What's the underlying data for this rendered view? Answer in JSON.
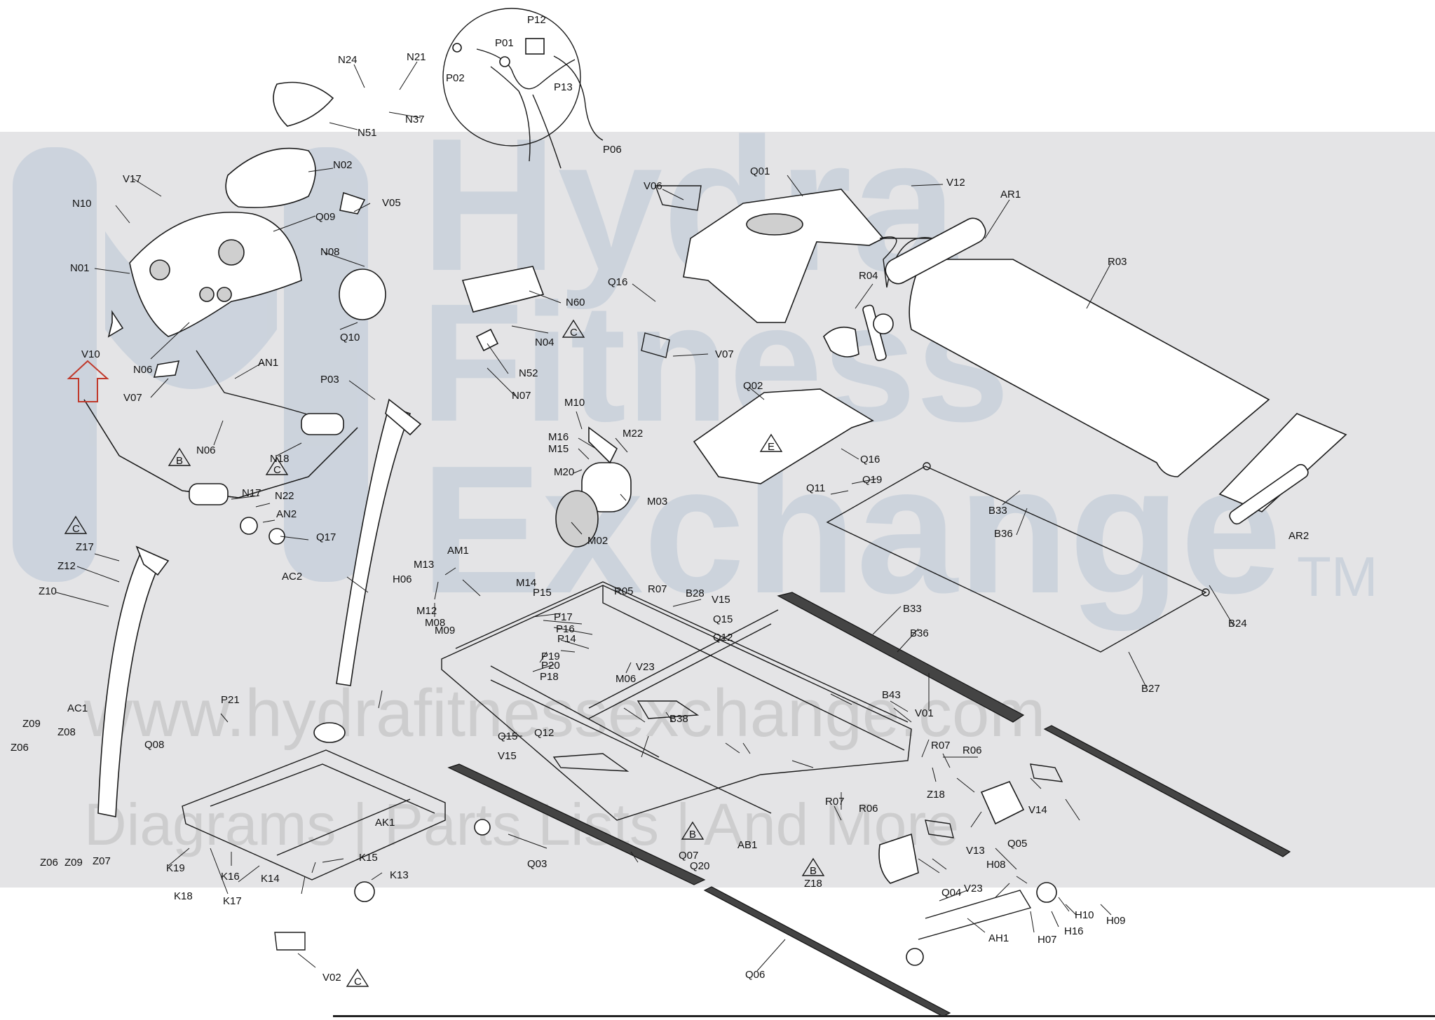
{
  "watermark": {
    "line1": "Hydra",
    "line2": "Fitness",
    "line3": "Exchange",
    "tm": "TM",
    "url": "www.hydrafitnessexchange.com",
    "tagline": "Diagrams | Parts Lists | And More"
  },
  "marker_symbols": {
    "triangle_c": "C",
    "triangle_b": "B",
    "triangle_e": "E"
  },
  "labels": [
    {
      "id": "N24",
      "text": "N24"
    },
    {
      "id": "N21",
      "text": "N21"
    },
    {
      "id": "N37",
      "text": "N37"
    },
    {
      "id": "N51",
      "text": "N51"
    },
    {
      "id": "P12",
      "text": "P12"
    },
    {
      "id": "P01",
      "text": "P01"
    },
    {
      "id": "P02",
      "text": "P02"
    },
    {
      "id": "P13",
      "text": "P13"
    },
    {
      "id": "P06",
      "text": "P06"
    },
    {
      "id": "N02",
      "text": "N02"
    },
    {
      "id": "V17",
      "text": "V17"
    },
    {
      "id": "N10",
      "text": "N10"
    },
    {
      "id": "Q09",
      "text": "Q09"
    },
    {
      "id": "V05",
      "text": "V05"
    },
    {
      "id": "N08",
      "text": "N08"
    },
    {
      "id": "N01",
      "text": "N01"
    },
    {
      "id": "Q10",
      "text": "Q10"
    },
    {
      "id": "V10",
      "text": "V10"
    },
    {
      "id": "N06a",
      "text": "N06"
    },
    {
      "id": "V07a",
      "text": "V07"
    },
    {
      "id": "AN1",
      "text": "AN1"
    },
    {
      "id": "N06b",
      "text": "N06"
    },
    {
      "id": "N18",
      "text": "N18"
    },
    {
      "id": "P03",
      "text": "P03"
    },
    {
      "id": "N17",
      "text": "N17"
    },
    {
      "id": "N22",
      "text": "N22"
    },
    {
      "id": "AN2",
      "text": "AN2"
    },
    {
      "id": "Q17",
      "text": "Q17"
    },
    {
      "id": "V06",
      "text": "V06"
    },
    {
      "id": "Q01",
      "text": "Q01"
    },
    {
      "id": "V12",
      "text": "V12"
    },
    {
      "id": "AR1",
      "text": "AR1"
    },
    {
      "id": "R03",
      "text": "R03"
    },
    {
      "id": "N60",
      "text": "N60"
    },
    {
      "id": "Q16a",
      "text": "Q16"
    },
    {
      "id": "R04",
      "text": "R04"
    },
    {
      "id": "N04",
      "text": "N04"
    },
    {
      "id": "V07b",
      "text": "V07"
    },
    {
      "id": "N52",
      "text": "N52"
    },
    {
      "id": "N07",
      "text": "N07"
    },
    {
      "id": "Q02",
      "text": "Q02"
    },
    {
      "id": "M10",
      "text": "M10"
    },
    {
      "id": "M16",
      "text": "M16"
    },
    {
      "id": "M15",
      "text": "M15"
    },
    {
      "id": "M22",
      "text": "M22"
    },
    {
      "id": "M20",
      "text": "M20"
    },
    {
      "id": "M03",
      "text": "M03"
    },
    {
      "id": "M02",
      "text": "M02"
    },
    {
      "id": "Q16b",
      "text": "Q16"
    },
    {
      "id": "Q19",
      "text": "Q19"
    },
    {
      "id": "Q11",
      "text": "Q11"
    },
    {
      "id": "B33a",
      "text": "B33"
    },
    {
      "id": "B36a",
      "text": "B36"
    },
    {
      "id": "AR2",
      "text": "AR2"
    },
    {
      "id": "Z17",
      "text": "Z17"
    },
    {
      "id": "Z12",
      "text": "Z12"
    },
    {
      "id": "Z10",
      "text": "Z10"
    },
    {
      "id": "AC2",
      "text": "AC2"
    },
    {
      "id": "AM1",
      "text": "AM1"
    },
    {
      "id": "M13",
      "text": "M13"
    },
    {
      "id": "H06",
      "text": "H06"
    },
    {
      "id": "M14",
      "text": "M14"
    },
    {
      "id": "P15",
      "text": "P15"
    },
    {
      "id": "R05",
      "text": "R05"
    },
    {
      "id": "R07a",
      "text": "R07"
    },
    {
      "id": "B28",
      "text": "B28"
    },
    {
      "id": "V15a",
      "text": "V15"
    },
    {
      "id": "B33b",
      "text": "B33"
    },
    {
      "id": "B24",
      "text": "B24"
    },
    {
      "id": "M12",
      "text": "M12"
    },
    {
      "id": "M08",
      "text": "M08"
    },
    {
      "id": "M09",
      "text": "M09"
    },
    {
      "id": "P17",
      "text": "P17"
    },
    {
      "id": "P16",
      "text": "P16"
    },
    {
      "id": "P14",
      "text": "P14"
    },
    {
      "id": "Q15a",
      "text": "Q15"
    },
    {
      "id": "Q12a",
      "text": "Q12"
    },
    {
      "id": "B36b",
      "text": "B36"
    },
    {
      "id": "P19",
      "text": "P19"
    },
    {
      "id": "P20",
      "text": "P20"
    },
    {
      "id": "V23a",
      "text": "V23"
    },
    {
      "id": "M06",
      "text": "M06"
    },
    {
      "id": "P18",
      "text": "P18"
    },
    {
      "id": "B27",
      "text": "B27"
    },
    {
      "id": "AC1",
      "text": "AC1"
    },
    {
      "id": "P21",
      "text": "P21"
    },
    {
      "id": "B43",
      "text": "B43"
    },
    {
      "id": "V01",
      "text": "V01"
    },
    {
      "id": "B38",
      "text": "B38"
    },
    {
      "id": "Z09a",
      "text": "Z09"
    },
    {
      "id": "Z08",
      "text": "Z08"
    },
    {
      "id": "Z06a",
      "text": "Z06"
    },
    {
      "id": "Q08",
      "text": "Q08"
    },
    {
      "id": "Q15b",
      "text": "Q15"
    },
    {
      "id": "Q12b",
      "text": "Q12"
    },
    {
      "id": "V15b",
      "text": "V15"
    },
    {
      "id": "R07b",
      "text": "R07"
    },
    {
      "id": "R06a",
      "text": "R06"
    },
    {
      "id": "Z18a",
      "text": "Z18"
    },
    {
      "id": "V14",
      "text": "V14"
    },
    {
      "id": "AK1",
      "text": "AK1"
    },
    {
      "id": "R07c",
      "text": "R07"
    },
    {
      "id": "R06b",
      "text": "R06"
    },
    {
      "id": "Q05",
      "text": "Q05"
    },
    {
      "id": "V13",
      "text": "V13"
    },
    {
      "id": "Z06b",
      "text": "Z06"
    },
    {
      "id": "Z09b",
      "text": "Z09"
    },
    {
      "id": "Z07",
      "text": "Z07"
    },
    {
      "id": "K19",
      "text": "K19"
    },
    {
      "id": "K16",
      "text": "K16"
    },
    {
      "id": "K15",
      "text": "K15"
    },
    {
      "id": "Q03",
      "text": "Q03"
    },
    {
      "id": "Q07",
      "text": "Q07"
    },
    {
      "id": "Q20",
      "text": "Q20"
    },
    {
      "id": "AB1",
      "text": "AB1"
    },
    {
      "id": "Z18b",
      "text": "Z18"
    },
    {
      "id": "Q04",
      "text": "Q04"
    },
    {
      "id": "H08",
      "text": "H08"
    },
    {
      "id": "V23b",
      "text": "V23"
    },
    {
      "id": "K18",
      "text": "K18"
    },
    {
      "id": "K17",
      "text": "K17"
    },
    {
      "id": "K14",
      "text": "K14"
    },
    {
      "id": "K13",
      "text": "K13"
    },
    {
      "id": "H10",
      "text": "H10"
    },
    {
      "id": "H09",
      "text": "H09"
    },
    {
      "id": "H16",
      "text": "H16"
    },
    {
      "id": "H07",
      "text": "H07"
    },
    {
      "id": "AH1",
      "text": "AH1"
    },
    {
      "id": "V02",
      "text": "V02"
    },
    {
      "id": "Q06",
      "text": "Q06"
    }
  ]
}
